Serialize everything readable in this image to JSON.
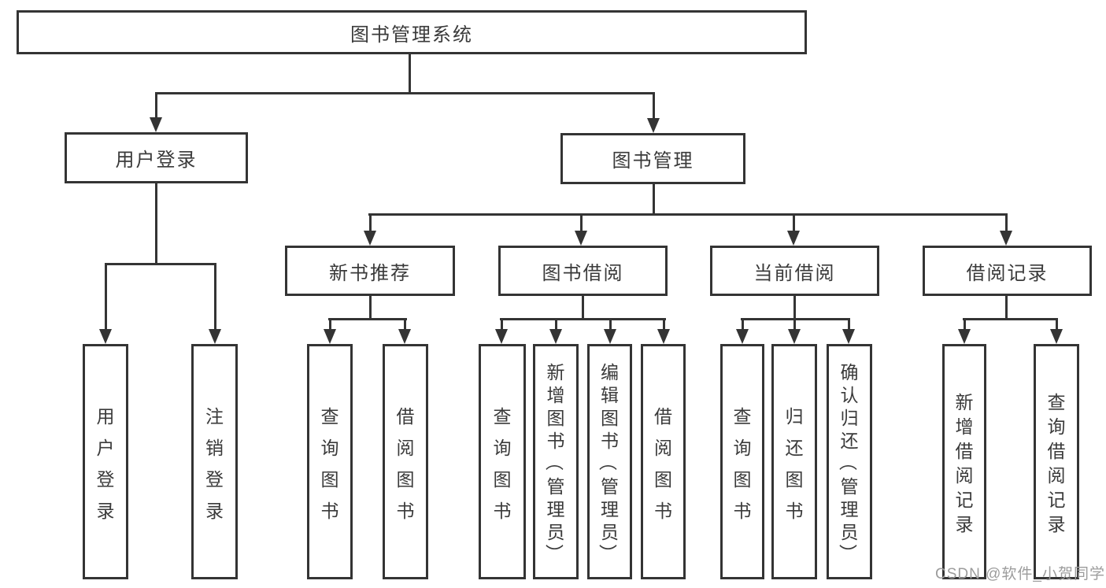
{
  "diagram": {
    "title": "图书管理系统",
    "colors": {
      "stroke": "#343434",
      "background": "#ffffff",
      "text": "#3a3a3a",
      "watermark": "#9c9c9c"
    },
    "watermark": "CSDN @软件_小贺同学",
    "nodes": {
      "root": {
        "label": "图书管理系统"
      },
      "user_login": {
        "label": "用户登录",
        "children": [
          {
            "label": "用户登录"
          },
          {
            "label": "注销登录"
          }
        ]
      },
      "book_mgmt": {
        "label": "图书管理"
      },
      "new_book_rec": {
        "label": "新书推荐",
        "children": [
          {
            "label": "查询图书"
          },
          {
            "label": "借阅图书"
          }
        ]
      },
      "book_borrow": {
        "label": "图书借阅",
        "children": [
          {
            "label": "查询图书"
          },
          {
            "label": "新增图书（管理员）"
          },
          {
            "label": "编辑图书（管理员）"
          },
          {
            "label": "借阅图书"
          }
        ]
      },
      "current_borrow": {
        "label": "当前借阅",
        "children": [
          {
            "label": "查询图书"
          },
          {
            "label": "归还图书"
          },
          {
            "label": "确认归还（管理员）"
          }
        ]
      },
      "borrow_records": {
        "label": "借阅记录",
        "children": [
          {
            "label": "新增借阅记录"
          },
          {
            "label": "查询借阅记录"
          }
        ]
      }
    }
  }
}
